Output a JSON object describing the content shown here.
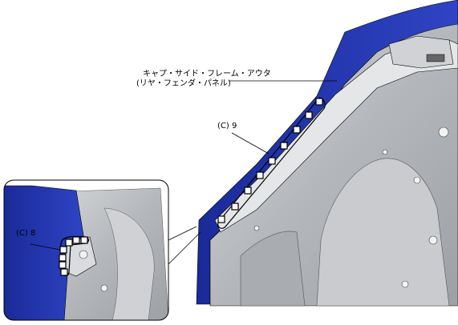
{
  "labels": {
    "part_name_line1": "キャプ・サイド・フレーム・アウタ",
    "part_name_line2": "(リヤ・フェンダ・パネル)",
    "callout_main": "(C) 9",
    "callout_inset": "(C) 8"
  },
  "callouts": {
    "main_weld_count": 9,
    "inset_weld_count": 8
  },
  "colors": {
    "body_panel_blue": "#2233aa",
    "inner_structure_gray": "#b9bcc0",
    "weld_spot_fill": "#ffffff",
    "outline": "#000000"
  }
}
